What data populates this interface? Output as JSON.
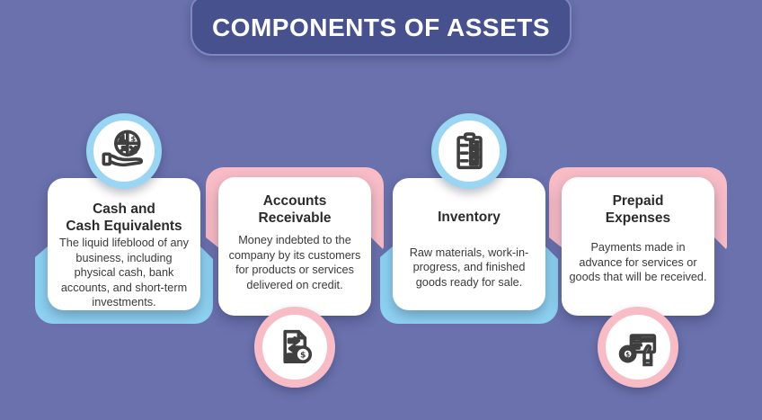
{
  "title": "COMPONENTS OF ASSETS",
  "colors": {
    "background": "#6A71AD",
    "banner": "#47518E",
    "banner_outline": "#7E88C0",
    "accent_blue": "#8ED2F2",
    "accent_pink": "#F8BCC7",
    "card": "#FFFFFF",
    "heading_text": "#2B2B2B",
    "body_text": "#3A3A3A"
  },
  "cards": [
    {
      "variant": "blue",
      "icon": "hand-holding-finance-chart-icon",
      "heading_line1": "Cash and",
      "heading_line2": "Cash Equivalents",
      "body": "The liquid lifeblood of any business, including physical cash, bank accounts, and short-term investments."
    },
    {
      "variant": "pink",
      "icon": "invoice-exchange-dollar-icon",
      "heading_line1": "Accounts",
      "heading_line2": "Receivable",
      "body": "Money indebted to the company by its customers for products or services delivered on credit."
    },
    {
      "variant": "blue",
      "icon": "checklist-clipboard-icon",
      "heading_line1": "Inventory",
      "heading_line2": "",
      "body": "Raw materials, work-in-progress, and finished goods ready for sale."
    },
    {
      "variant": "pink",
      "icon": "payment-terminal-dollar-icon",
      "heading_line1": "Prepaid",
      "heading_line2": "Expenses",
      "body": "Payments made in advance for services or goods that will be received."
    }
  ]
}
